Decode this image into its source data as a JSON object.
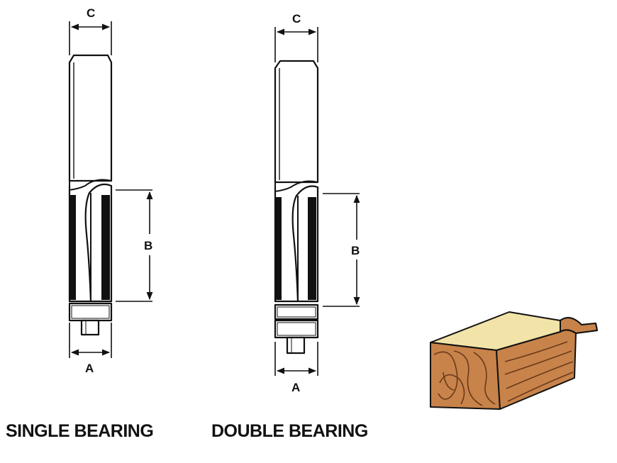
{
  "single_bearing": {
    "caption": "SINGLE BEARING",
    "label_c": "C",
    "label_b": "B",
    "label_a": "A"
  },
  "double_bearing": {
    "caption": "DOUBLE BEARING",
    "label_c": "C",
    "label_b": "B",
    "label_a": "A"
  },
  "colors": {
    "line": "#111111",
    "wood_face": "#f2e3a8",
    "wood_side": "#c8834a",
    "wood_grain": "#6b3a1c"
  }
}
